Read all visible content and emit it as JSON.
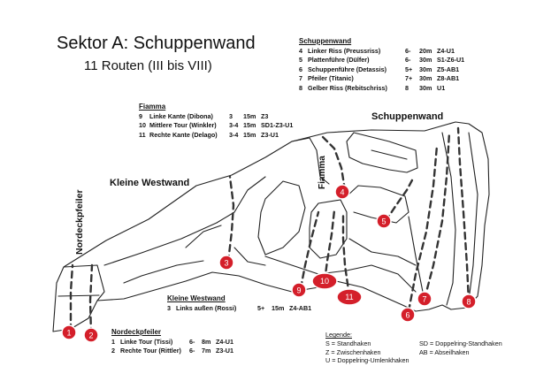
{
  "title": "Sektor A: Schuppenwand",
  "subtitle": "11 Routen (III bis VIII)",
  "labels": {
    "schuppenwand": "Schuppenwand",
    "kleine_westwand": "Kleine Westwand",
    "fiamma": "Fiamma",
    "nordeckpfeiler": "Nordeckpfeiler"
  },
  "tables": {
    "schuppenwand": {
      "heading": "Schuppenwand",
      "rows": [
        {
          "n": "4",
          "name": "Linker Riss (Preussriss)",
          "grade": "6-",
          "len": "20m",
          "gear": "Z4-U1"
        },
        {
          "n": "5",
          "name": "Plattenführe (Dülfer)",
          "grade": "6-",
          "len": "30m",
          "gear": "S1-Z6-U1"
        },
        {
          "n": "6",
          "name": "Schuppenführe (Detassis)",
          "grade": "5+",
          "len": "30m",
          "gear": "Z5-AB1"
        },
        {
          "n": "7",
          "name": "Pfeiler (Titanic)",
          "grade": "7+",
          "len": "30m",
          "gear": "Z8-AB1"
        },
        {
          "n": "8",
          "name": "Gelber Riss (Rebitschriss)",
          "grade": "8",
          "len": "30m",
          "gear": "U1"
        }
      ]
    },
    "fiamma": {
      "heading": "Fiamma",
      "rows": [
        {
          "n": "9",
          "name": "Linke Kante (Dibona)",
          "grade": "3",
          "len": "15m",
          "gear": "Z3"
        },
        {
          "n": "10",
          "name": "Mittlere Tour (Winkler)",
          "grade": "3-4",
          "len": "15m",
          "gear": "SD1-Z3-U1"
        },
        {
          "n": "11",
          "name": "Rechte Kante (Delago)",
          "grade": "3-4",
          "len": "15m",
          "gear": "Z3-U1"
        }
      ]
    },
    "kleine_westwand": {
      "heading": "Kleine Westwand",
      "rows": [
        {
          "n": "3",
          "name": "Links außen (Rossi)",
          "grade": "5+",
          "len": "15m",
          "gear": "Z4-AB1"
        }
      ]
    },
    "nordeckpfeiler": {
      "heading": "Nordeckpfeiler",
      "rows": [
        {
          "n": "1",
          "name": "Linke Tour (Tissi)",
          "grade": "6-",
          "len": "8m",
          "gear": "Z4-U1"
        },
        {
          "n": "2",
          "name": "Rechte Tour (Rittler)",
          "grade": "6-",
          "len": "7m",
          "gear": "Z3-U1"
        }
      ]
    }
  },
  "legend": {
    "heading": "Legende:",
    "items": [
      "S = Standhaken",
      "Z = Zwischenhaken",
      "U = Doppelring-Umlenkhaken",
      "SD = Doppelring-Standhaken",
      "AB = Abseilhaken"
    ]
  },
  "markers": [
    "1",
    "2",
    "3",
    "4",
    "5",
    "6",
    "7",
    "8",
    "9",
    "10",
    "11"
  ],
  "colors": {
    "marker": "#d41f2a",
    "marker_border": "#ffffff"
  }
}
